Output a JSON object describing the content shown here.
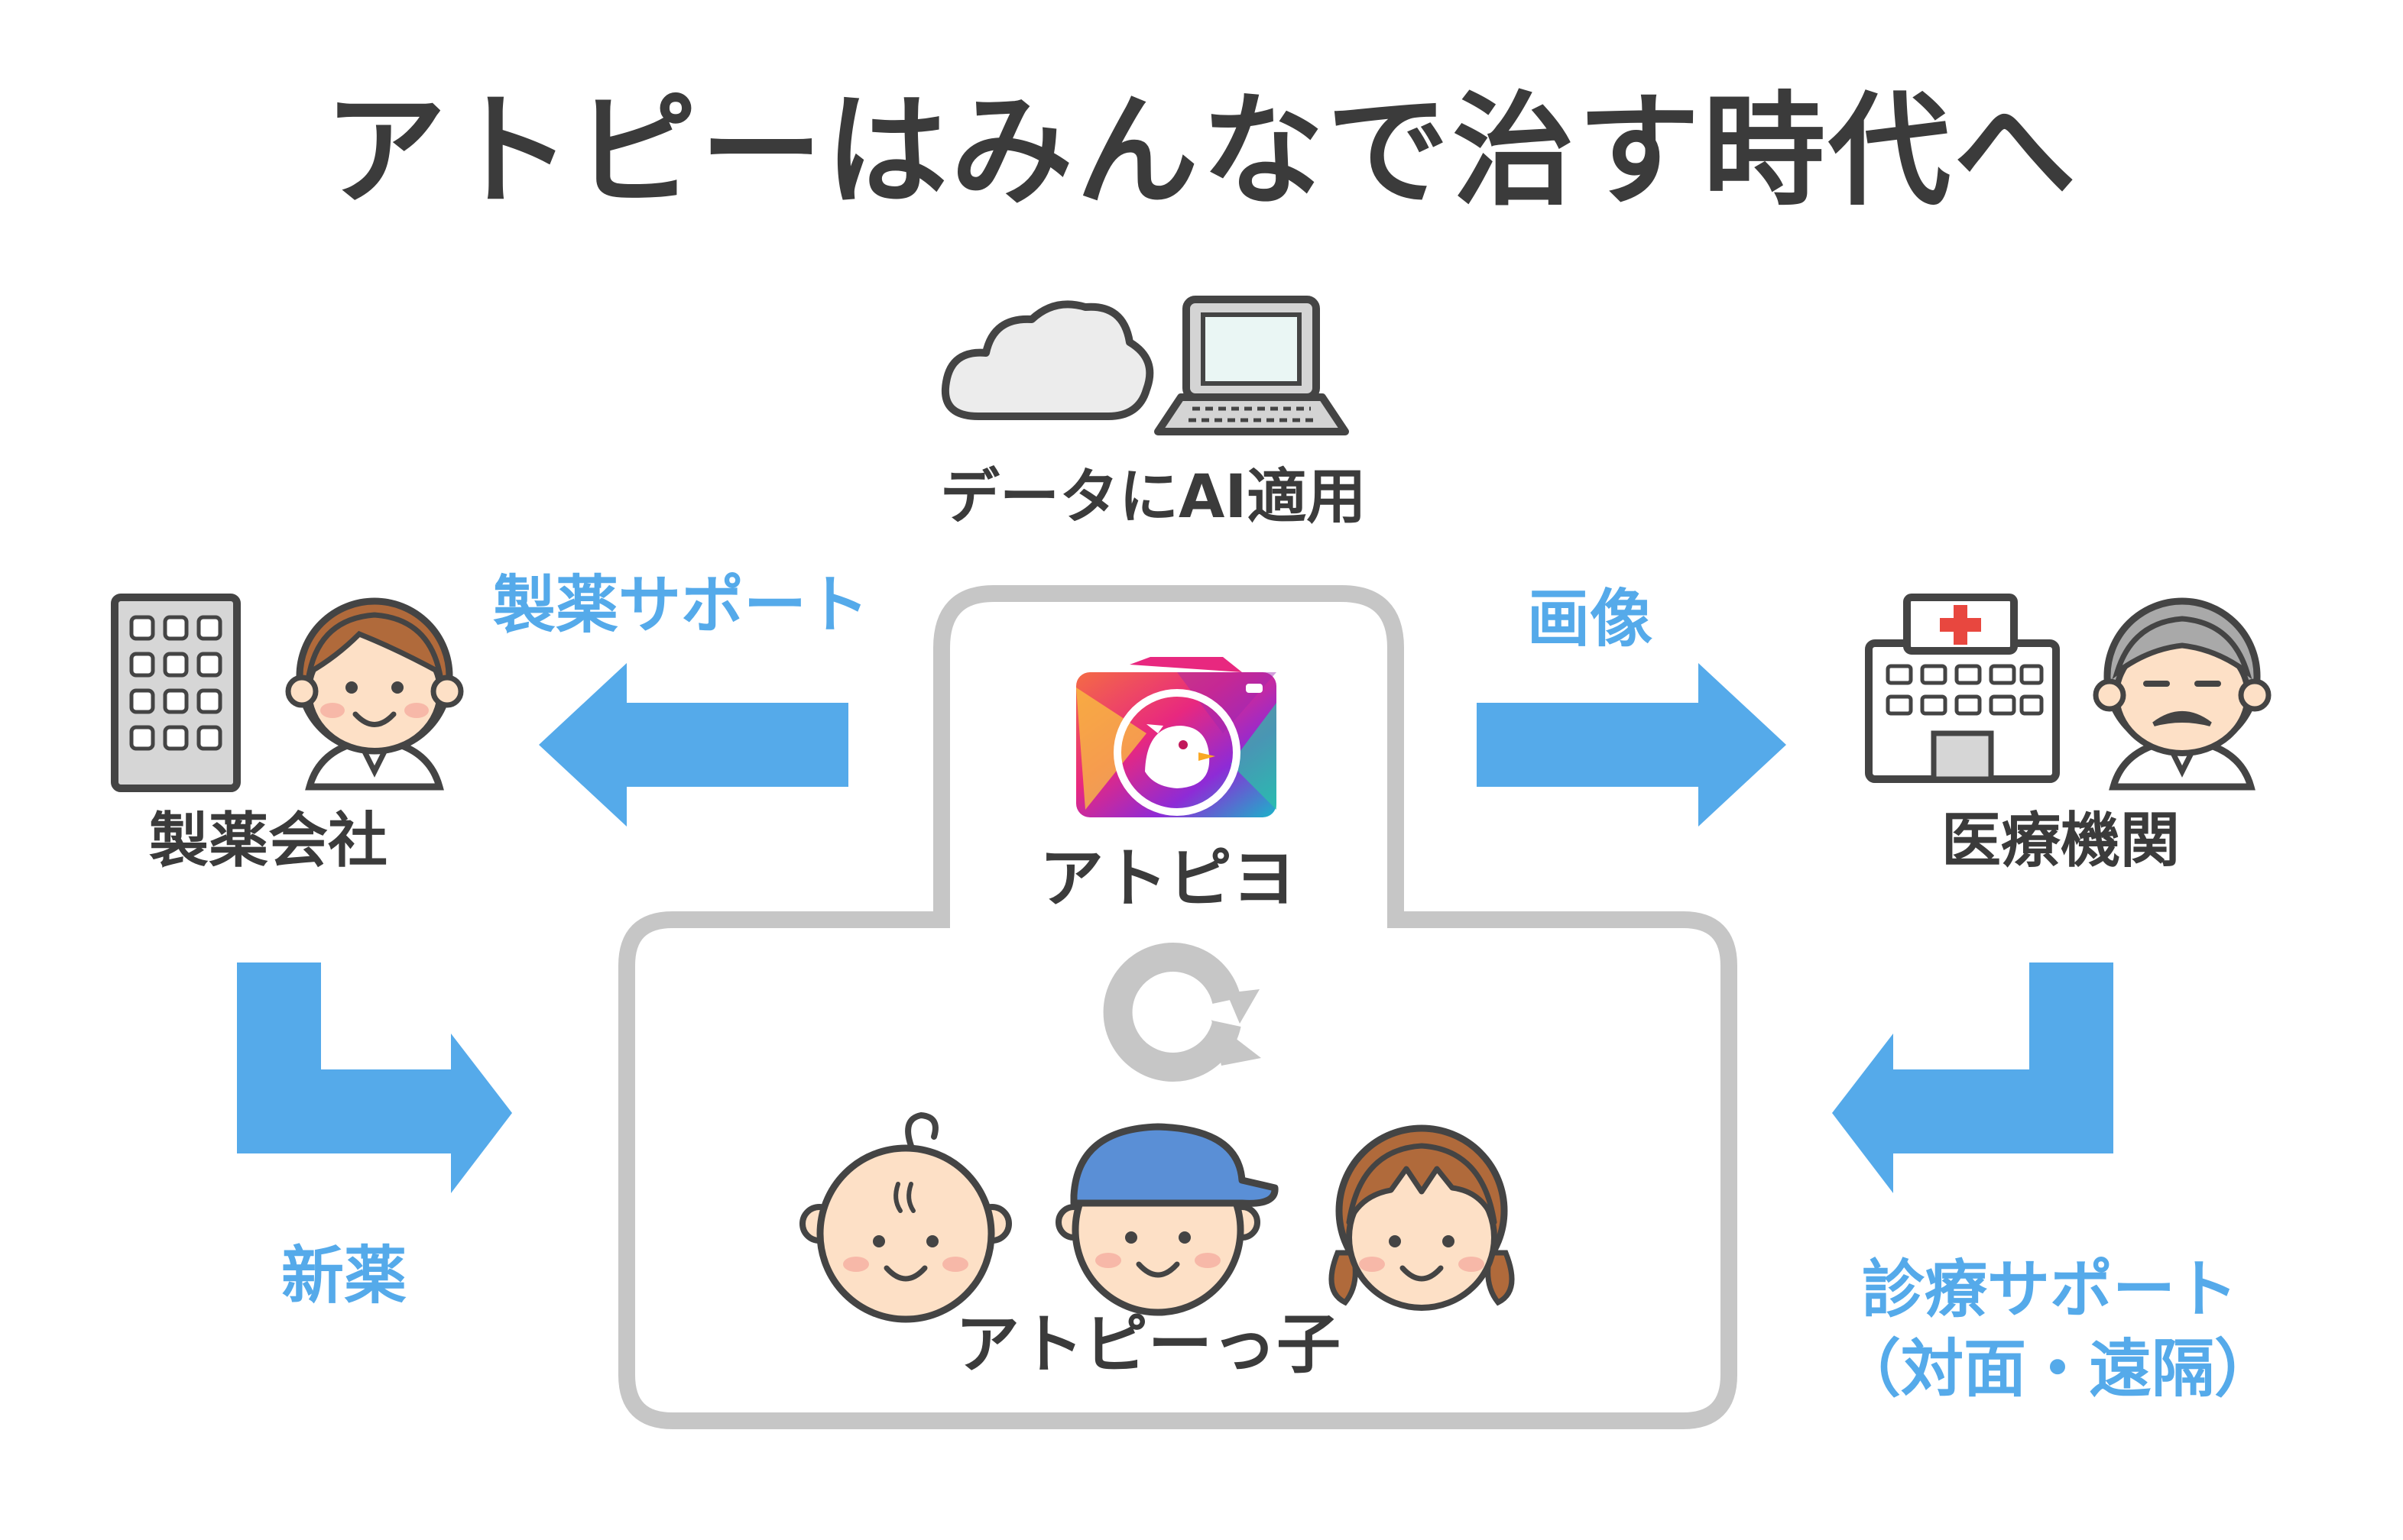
{
  "title": "アトピーはみんなで治す時代へ",
  "nodes": {
    "ai": "データにAI適用",
    "pharma_company": "製薬会社",
    "medical_institution": "医療機関",
    "app": "アトピヨ",
    "children": "アトピーっ子"
  },
  "flows": {
    "pharma_support": "製薬サポート",
    "images": "画像",
    "new_drug": "新薬",
    "care_support_line1": "診療サポート",
    "care_support_line2": "（対面・遠隔）"
  },
  "colors": {
    "arrow": "#55aaea",
    "text": "#3b3b3b",
    "frame": "#c6c6c6",
    "skin": "#fde0c6",
    "hair_brown": "#b06a3b",
    "hair_gray": "#a9a9a9",
    "cap_blue": "#5a8fd6",
    "red_cross": "#e8473f"
  },
  "icons": [
    "cloud-icon",
    "laptop-icon",
    "building-icon",
    "woman-icon",
    "hospital-icon",
    "doctor-icon",
    "camera-app-icon",
    "cycle-icon",
    "baby-icon",
    "boy-icon",
    "girl-icon"
  ]
}
